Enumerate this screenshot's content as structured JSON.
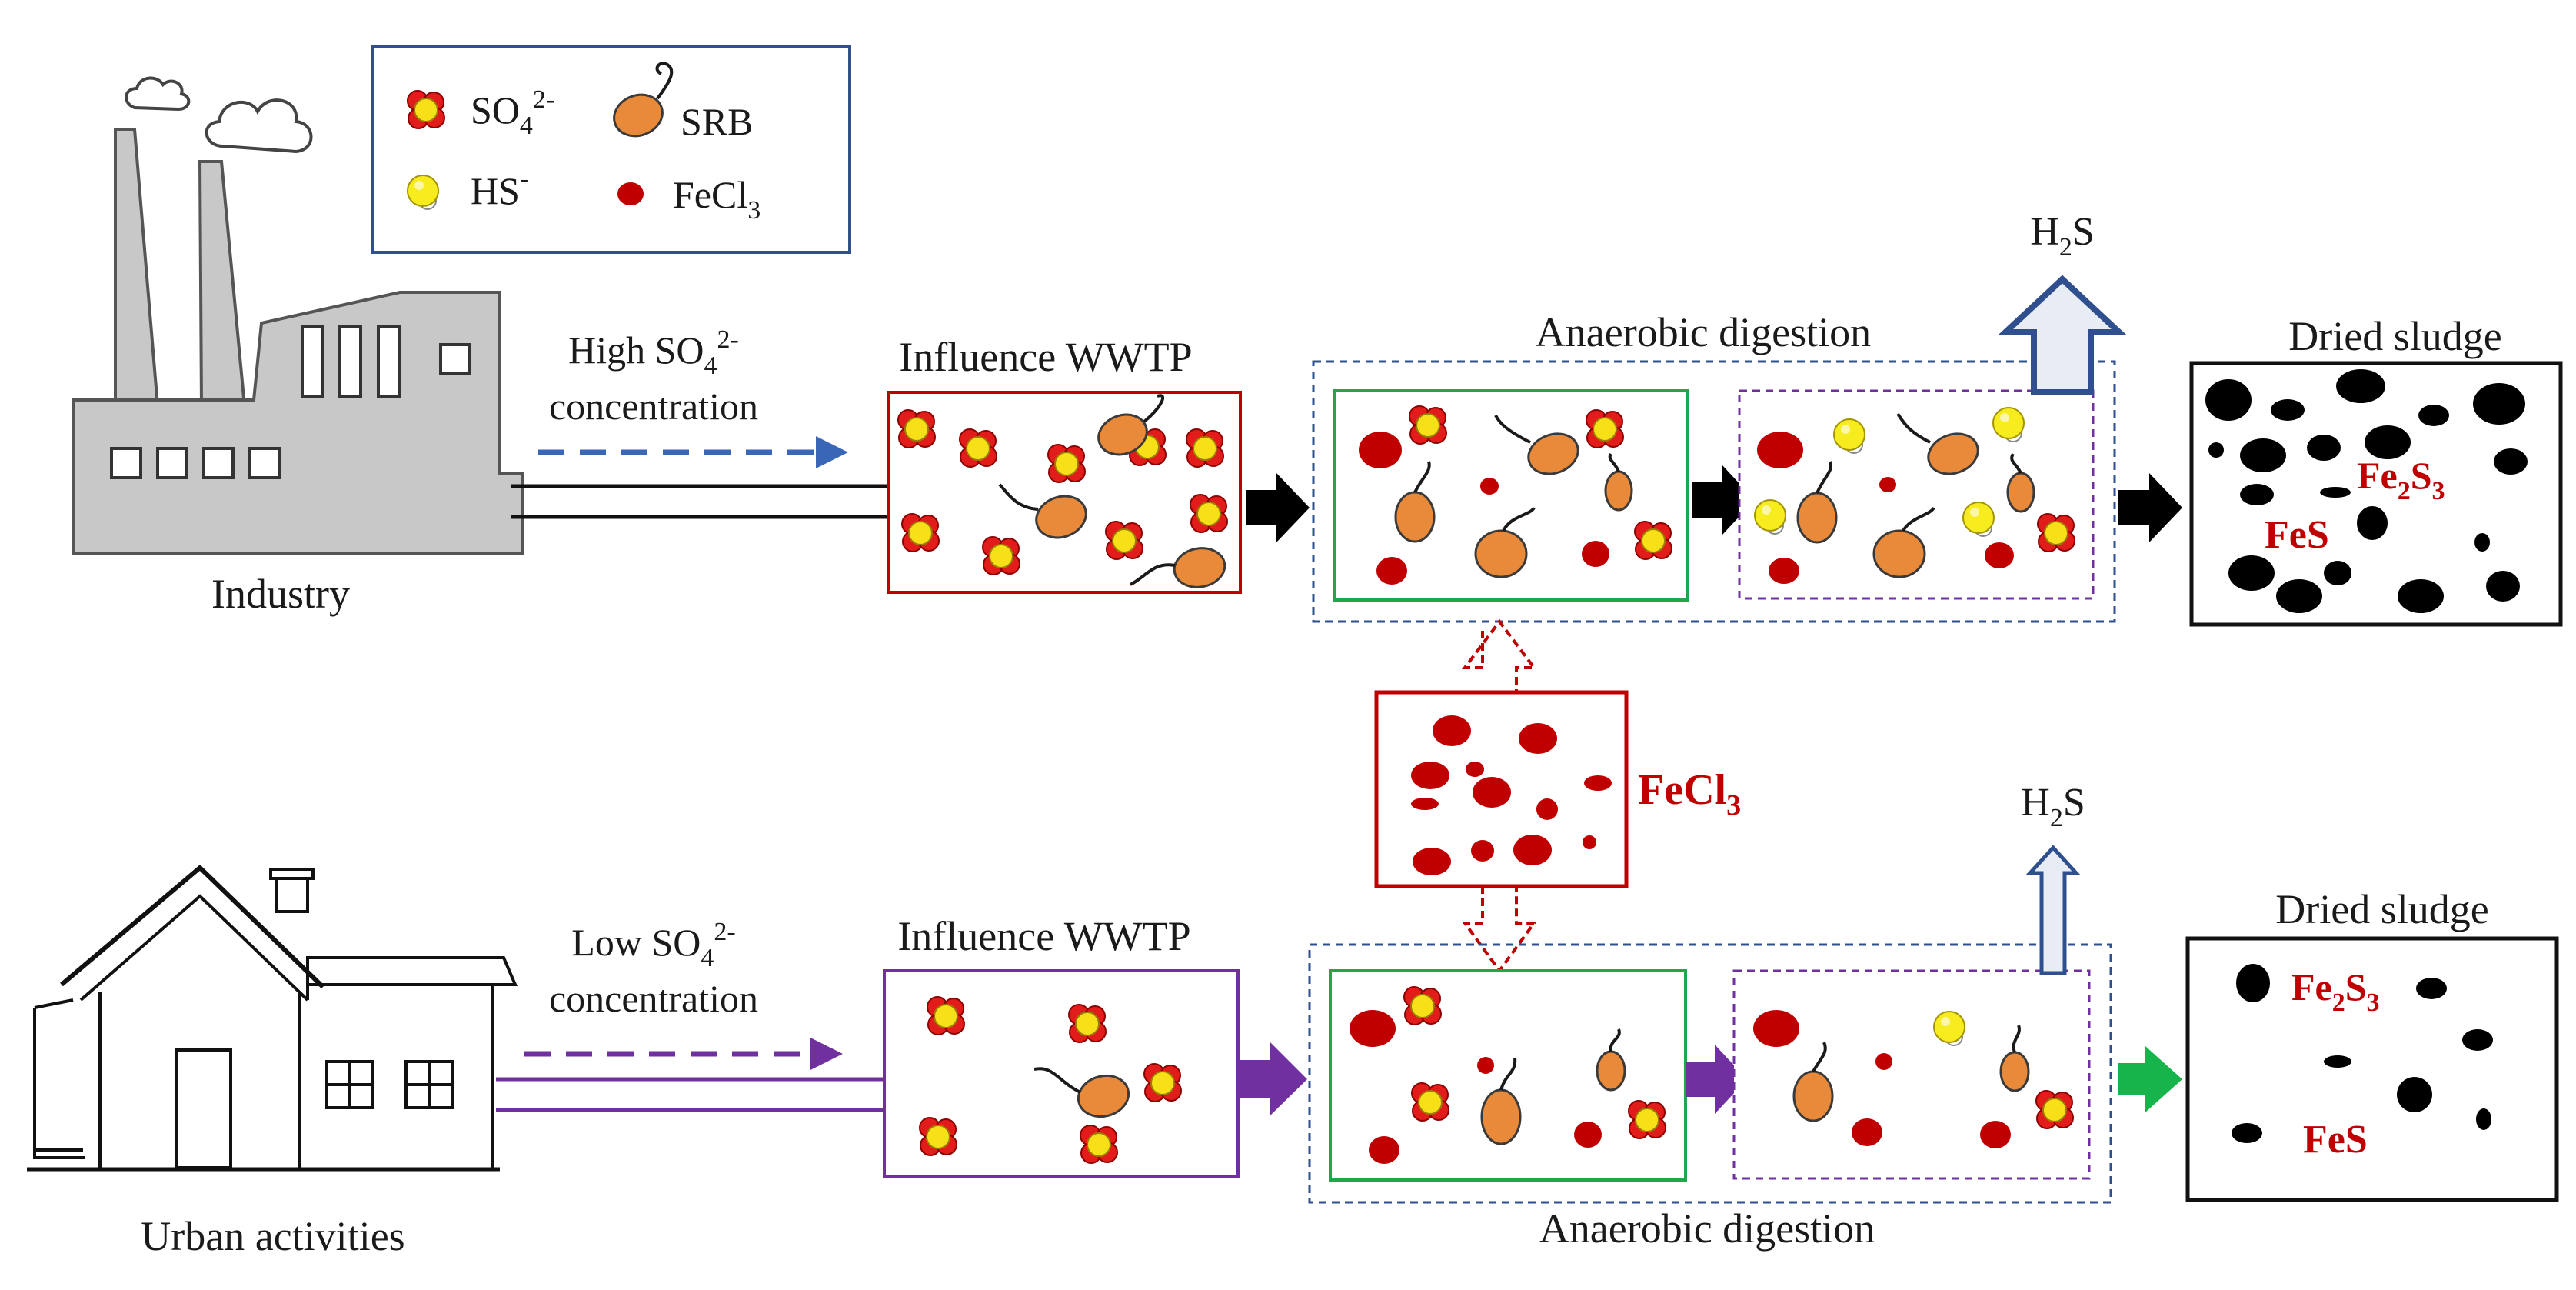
{
  "legend": {
    "sulfate": [
      "SO",
      "4",
      "2-"
    ],
    "srb": "SRB",
    "hs": [
      "HS",
      "-"
    ],
    "fecl3": [
      "FeCl",
      "3"
    ]
  },
  "top": {
    "source_label": "Industry",
    "conc_line1": [
      "High SO",
      "4",
      "2-"
    ],
    "conc_line2": "concentration",
    "wwtp_label": "Influence  WWTP",
    "ad_label": "Anaerobic  digestion",
    "h2s": [
      "H",
      "2",
      "S"
    ],
    "dried_label": "Dried sludge",
    "sludge_fe2s3": [
      "Fe",
      "2",
      "S",
      "3"
    ],
    "sludge_fes": "FeS"
  },
  "middle": {
    "fecl3_label": [
      "FeCl",
      "3"
    ]
  },
  "bottom": {
    "source_label": "Urban activities",
    "conc_line1": [
      "Low SO",
      "4",
      "2-"
    ],
    "conc_line2": "concentration",
    "wwtp_label": "Influence  WWTP",
    "ad_label": "Anaerobic  digestion",
    "h2s": [
      "H",
      "2",
      "S"
    ],
    "dried_label": "Dried sludge",
    "sludge_fe2s3": [
      "Fe",
      "2",
      "S",
      "3"
    ],
    "sludge_fes": "FeS"
  },
  "colors": {
    "black": "#000000",
    "red_box": "#c00000",
    "green_box": "#1fa84a",
    "purple": "#7030a0",
    "blue_dash": "#3a66b8",
    "navy": "#2f4f8f",
    "srb_orange": "#e98a3a",
    "hs_yellow": "#f4ea1c",
    "fecl3_red": "#c00000"
  }
}
